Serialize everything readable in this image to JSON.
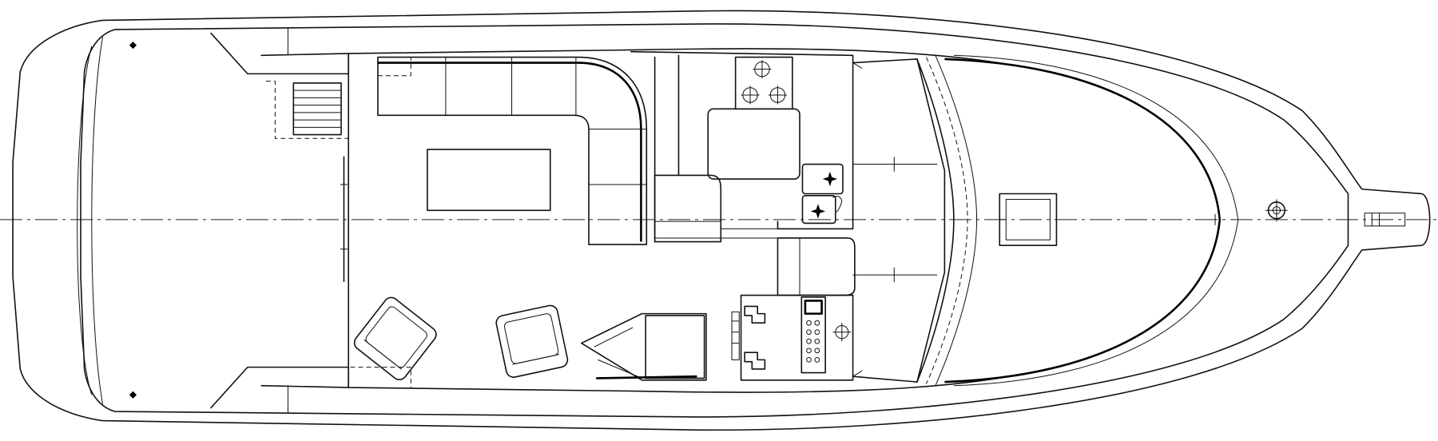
{
  "colors": {
    "line": "#111111",
    "background": "#ffffff"
  },
  "icons": {
    "stove_burner": "crosshair-circle",
    "sink_drain": "four-point-star",
    "bow_cleat": "crosshair-circle",
    "deck_screw": "diamond"
  }
}
